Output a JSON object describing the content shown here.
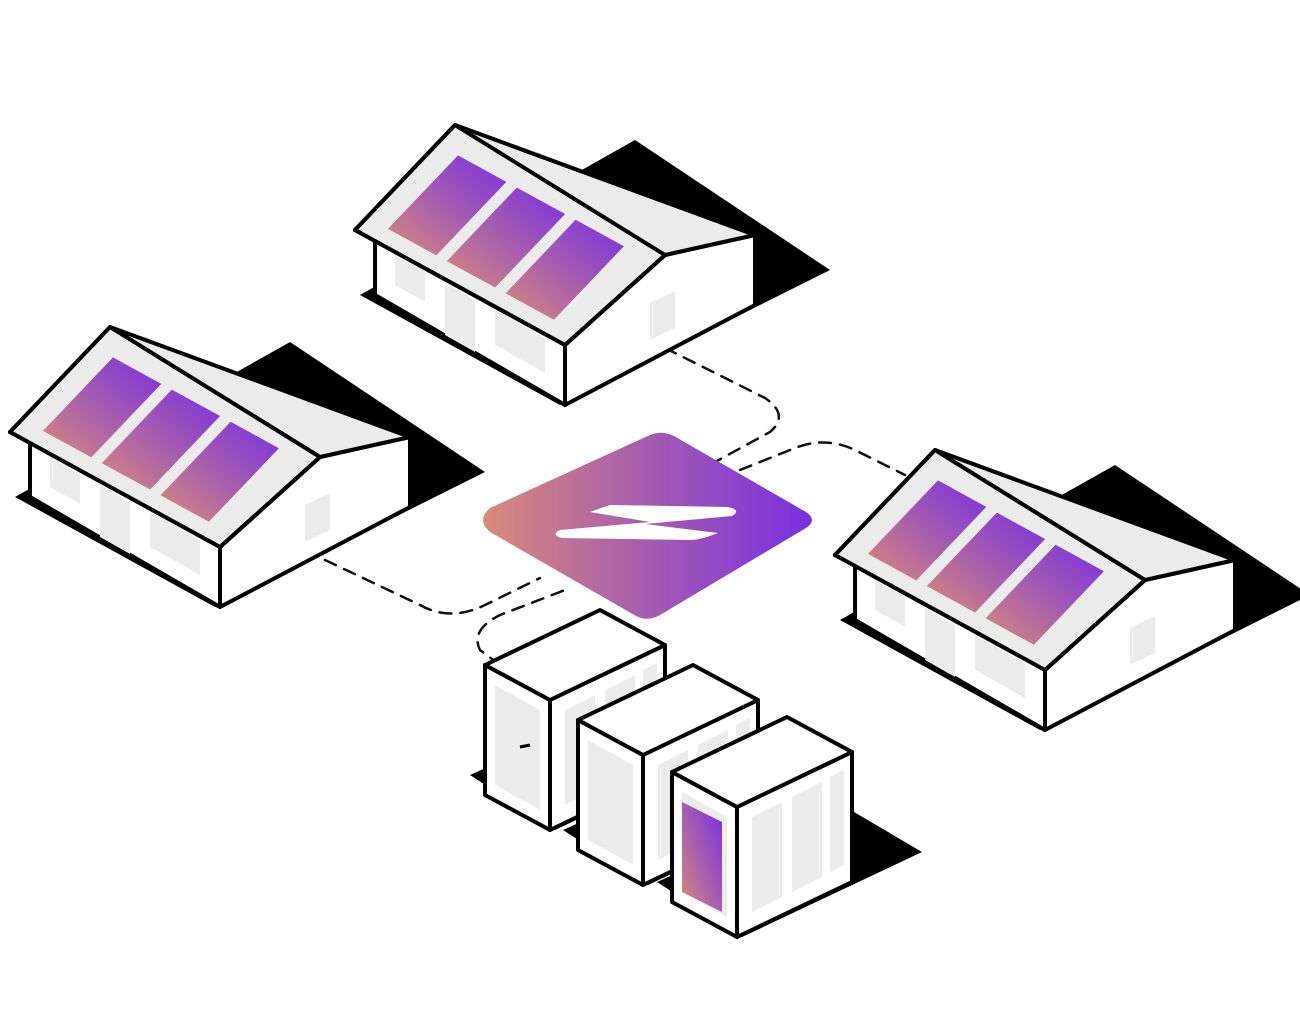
{
  "colors": {
    "gradient_start": "#d98a7a",
    "gradient_mid": "#a45cb0",
    "gradient_end": "#7a2fe0",
    "outline": "#000000",
    "roof_fill": "#ebebeb",
    "wall_fill": "#ffffff",
    "background": "#ffffff"
  },
  "icons": {
    "hub": "lightning-bolt-icon",
    "house": "house-with-solar-panels",
    "storage": "battery-storage-container"
  },
  "nodes": {
    "houses": [
      {
        "id": "house-top",
        "solar_panels": 3
      },
      {
        "id": "house-left",
        "solar_panels": 3
      },
      {
        "id": "house-right",
        "solar_panels": 3
      }
    ],
    "hub": {
      "id": "energy-hub",
      "icon": "lightning-bolt-icon"
    },
    "storage_units": [
      {
        "id": "battery-1",
        "charged_panel": false
      },
      {
        "id": "battery-2",
        "charged_panel": false
      },
      {
        "id": "battery-3",
        "charged_panel": true
      }
    ]
  },
  "connections": [
    {
      "from": "house-top",
      "to": "energy-hub",
      "style": "dashed"
    },
    {
      "from": "house-left",
      "to": "energy-hub",
      "style": "dashed"
    },
    {
      "from": "house-right",
      "to": "energy-hub",
      "style": "dashed"
    },
    {
      "from": "battery-1",
      "to": "energy-hub",
      "style": "dashed"
    }
  ]
}
